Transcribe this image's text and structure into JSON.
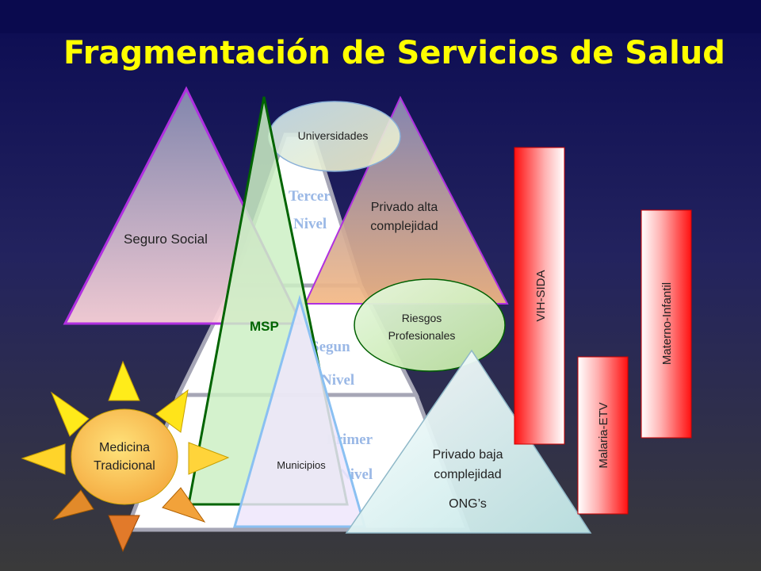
{
  "title": "Fragmentación de Servicios de Salud",
  "pyramid": {
    "tercer_line1": "Tercer",
    "tercer_line2": "Nivel",
    "segundo_line1": "Segun",
    "segundo_line2": "Nivel",
    "primer_line1": "Primer",
    "primer_line2": "Nivel"
  },
  "seguro_social": "Seguro Social",
  "msp": "MSP",
  "municipios": "Municipios",
  "universidades": "Universidades",
  "privado_alta_line1": "Privado alta",
  "privado_alta_line2": "complejidad",
  "riesgos_line1": "Riesgos",
  "riesgos_line2": "Profesionales",
  "privado_baja_line1": "Privado baja",
  "privado_baja_line2": "complejidad",
  "ongs": "ONG’s",
  "medicina_line1": "Medicina",
  "medicina_line2": "Tradicional",
  "programs": {
    "vih": "VIH-SIDA",
    "malaria": "Malaria-ETV",
    "materno": "Materno-Infantil"
  },
  "colors": {
    "title": "#ffff00",
    "bg_top": "#0b0b52",
    "bg_bottom": "#3a3a3a",
    "pyramid_text": "#9ab8e6",
    "msp_text": "#006400",
    "program_red": "#ff1a1a"
  }
}
